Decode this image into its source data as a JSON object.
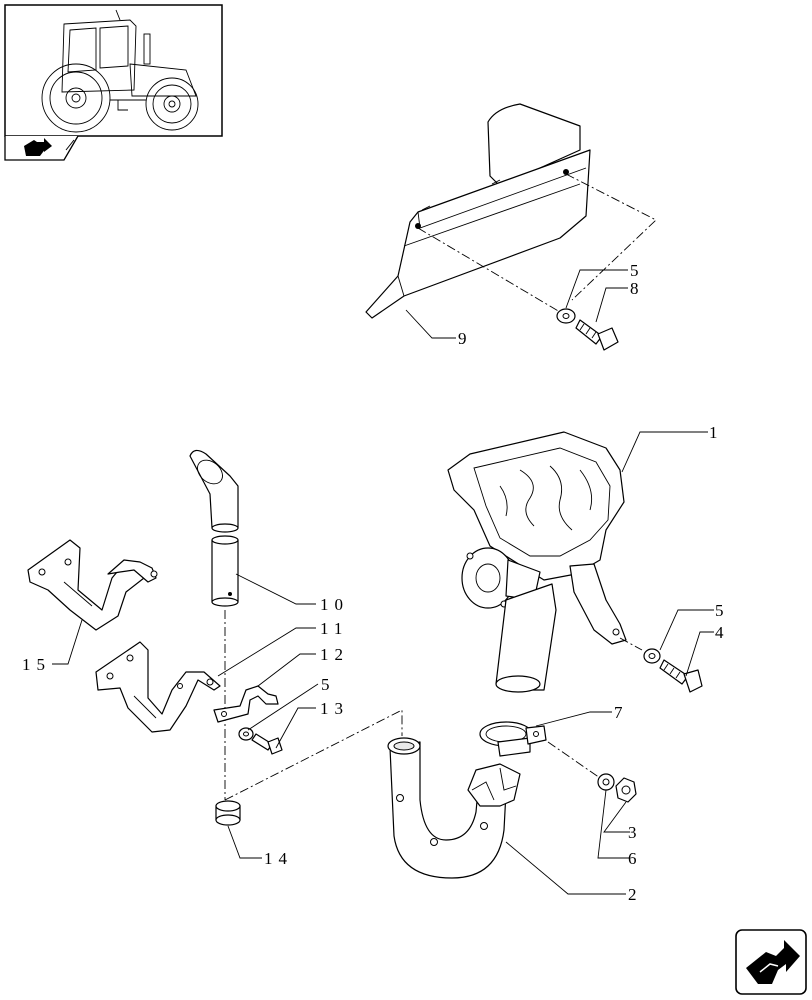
{
  "diagram": {
    "callouts": [
      {
        "id": "c1",
        "text": "1"
      },
      {
        "id": "c2",
        "text": "2"
      },
      {
        "id": "c3",
        "text": "3"
      },
      {
        "id": "c4",
        "text": "4"
      },
      {
        "id": "c5a",
        "text": "5"
      },
      {
        "id": "c5b",
        "text": "5"
      },
      {
        "id": "c5c",
        "text": "5"
      },
      {
        "id": "c6",
        "text": "6"
      },
      {
        "id": "c7",
        "text": "7"
      },
      {
        "id": "c8",
        "text": "8"
      },
      {
        "id": "c9",
        "text": "9"
      },
      {
        "id": "c10",
        "text": "10"
      },
      {
        "id": "c11",
        "text": "11"
      },
      {
        "id": "c12",
        "text": "12"
      },
      {
        "id": "c13",
        "text": "13"
      },
      {
        "id": "c14",
        "text": "14"
      },
      {
        "id": "c15",
        "text": "15"
      }
    ]
  },
  "thumbnail": {
    "icon": "tractor-thumbnail-icon"
  },
  "navigation": {
    "prev_icon": "prev-page-arrow-icon",
    "next_icon": "next-page-arrow-icon"
  }
}
